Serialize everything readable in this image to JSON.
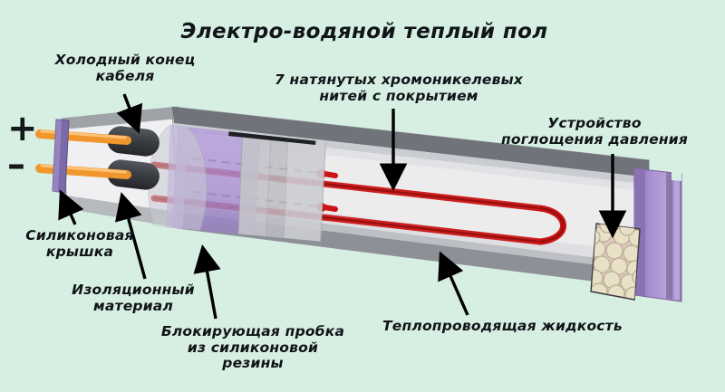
{
  "page": {
    "title": "Электро-водяной теплый пол",
    "background_color": "#d7efe3"
  },
  "polarity": {
    "positive": "+",
    "negative": "–"
  },
  "labels": {
    "cold_cable_end": "Холодный конец\nкабеля",
    "nichrome_threads": "7 натянутых хромоникелевых\nнитей с покрытием",
    "pressure_absorber": "Устройство\nпоглощения давления",
    "silicone_cap": "Силиконовая\nкрышка",
    "insulating_material": "Изоляционный\nматериал",
    "blocking_plug": "Блокирующая пробка\nиз силиконовой\nрезины",
    "heat_conducting_fluid": "Теплопроводящая жидкость"
  },
  "colors": {
    "background": "#d7efe3",
    "tube_body": "#e8e8ec",
    "tube_edge_dark": "#6e7276",
    "tube_edge_mid": "#a9adb2",
    "heating_wire": "#cc1414",
    "heating_wire_core": "#8d0d0d",
    "cold_wire": "#f0962c",
    "crimp_connector": "#3c3f44",
    "silicone_plug": "#a98fd0",
    "silicone_cap": "#7b6aa8",
    "insulation_block": "#1e2024",
    "absorber_chamber": "#e0c2c2",
    "absorber_bead": "#e6dfc6",
    "end_cap": "#9d86c4",
    "leader_line": "#000000"
  },
  "diagram": {
    "type": "technical-cutaway",
    "subject": "Электро-водяной нагревательный кабель (теплый пол)",
    "components": [
      {
        "name": "cold-cable-end",
        "label": "Холодный конец кабеля"
      },
      {
        "name": "silicone-cap",
        "label": "Силиконовая крышка"
      },
      {
        "name": "insulating-material",
        "label": "Изоляционный материал"
      },
      {
        "name": "blocking-plug",
        "label": "Блокирующая пробка из силиконовой резины"
      },
      {
        "name": "nichrome-threads",
        "label": "7 натянутых хромоникелевых нитей с покрытием"
      },
      {
        "name": "heat-conducting-fluid",
        "label": "Теплопроводящая жидкость"
      },
      {
        "name": "pressure-absorber",
        "label": "Устройство поглощения давления"
      }
    ],
    "thread_count": 7,
    "absorber_bead_count": 19
  }
}
